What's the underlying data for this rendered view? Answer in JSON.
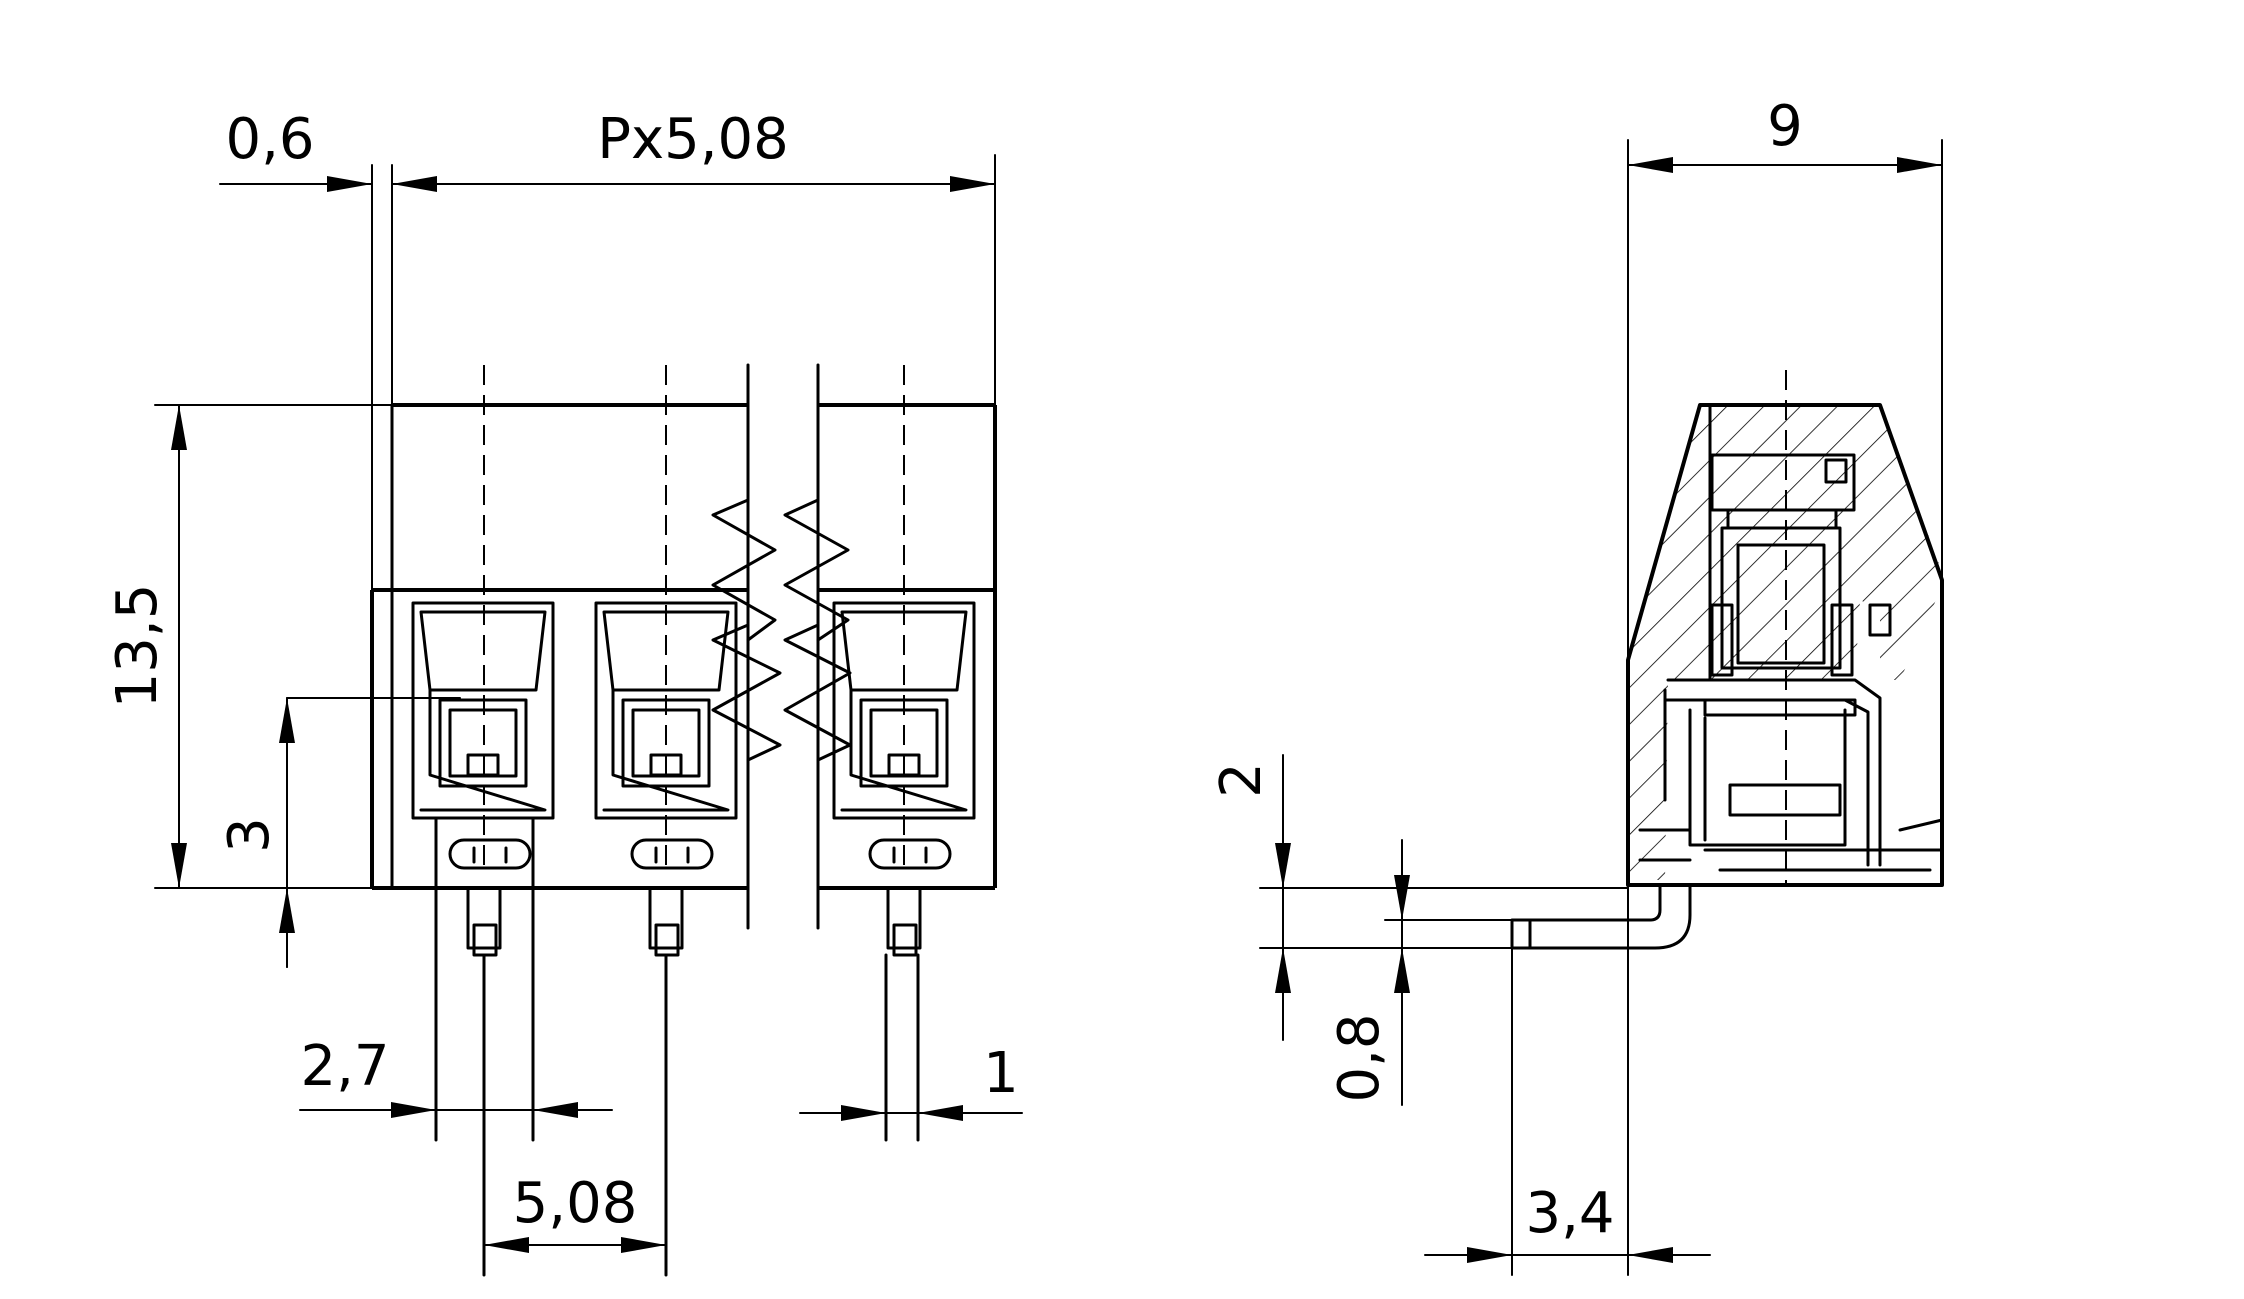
{
  "front_view": {
    "dims": {
      "offset": "0,6",
      "pitch_total": "Px5,08",
      "height": "13,5",
      "pin_height": "3",
      "pin_width": "2,7",
      "pitch": "5,08",
      "pin_thickness": "1"
    }
  },
  "side_view": {
    "dims": {
      "depth": "9",
      "lift": "2",
      "pin_thickness": "0,8",
      "pin_reach": "3,4"
    }
  }
}
